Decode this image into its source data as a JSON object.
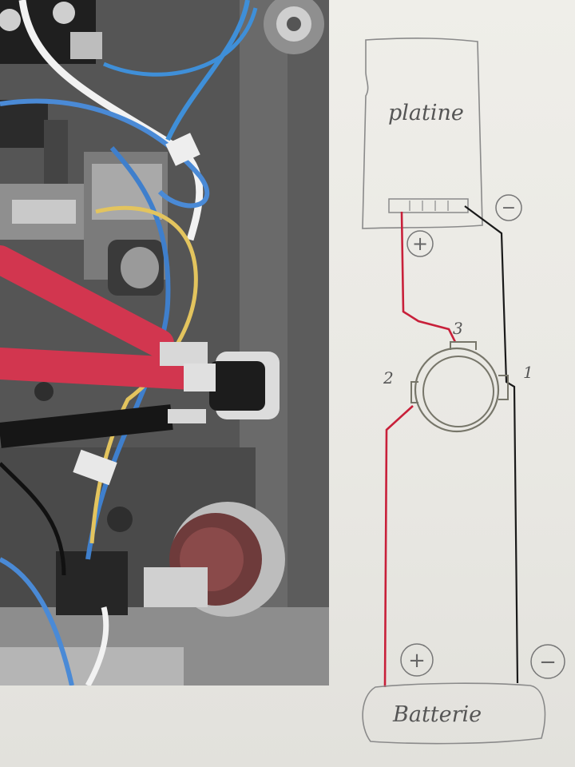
{
  "schematic": {
    "board_label": "platine",
    "battery_label": "Batterie",
    "terminal_1": "1",
    "terminal_2": "2",
    "terminal_3": "3",
    "plus_symbol": "+",
    "minus_symbol": "−"
  },
  "colors": {
    "positive_wire": "#c8203a",
    "negative_wire": "#1a1a1a",
    "pencil": "#8a8a8a",
    "component_outline": "#77766a"
  }
}
